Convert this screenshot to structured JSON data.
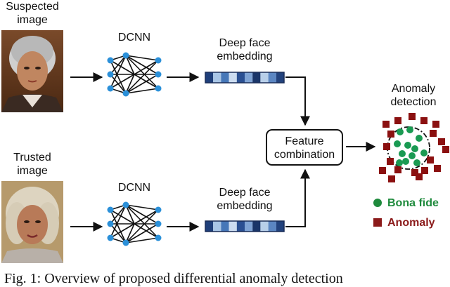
{
  "labels": {
    "suspected_image": [
      "Suspected",
      "image"
    ],
    "trusted_image": [
      "Trusted",
      "image"
    ],
    "dcnn_top": "DCNN",
    "dcnn_bottom": "DCNN",
    "embedding_top": [
      "Deep face",
      "embedding"
    ],
    "embedding_bottom": [
      "Deep face",
      "embedding"
    ],
    "feature_combination": [
      "Feature",
      "combination"
    ],
    "anomaly_detection": [
      "Anomaly",
      "detection"
    ]
  },
  "legend": {
    "bona_fide": "Bona fide",
    "anomaly": "Anomaly"
  },
  "caption": "Fig. 1: Overview of proposed differential anomaly detection",
  "colors": {
    "network_node": "#2b90d9",
    "bona_fide": "#1a9a52",
    "anomaly": "#8b1010",
    "legend_bona_fide": "#1e8a3c",
    "legend_anomaly": "#8b1a1a",
    "embedding_cells": [
      "#1f3f7a",
      "#a9c6e6",
      "#4677b8",
      "#ccdcf0",
      "#2a4f92",
      "#7fa3d4",
      "#1a3568",
      "#b8cfe9",
      "#5b86c2",
      "#22427d"
    ]
  }
}
